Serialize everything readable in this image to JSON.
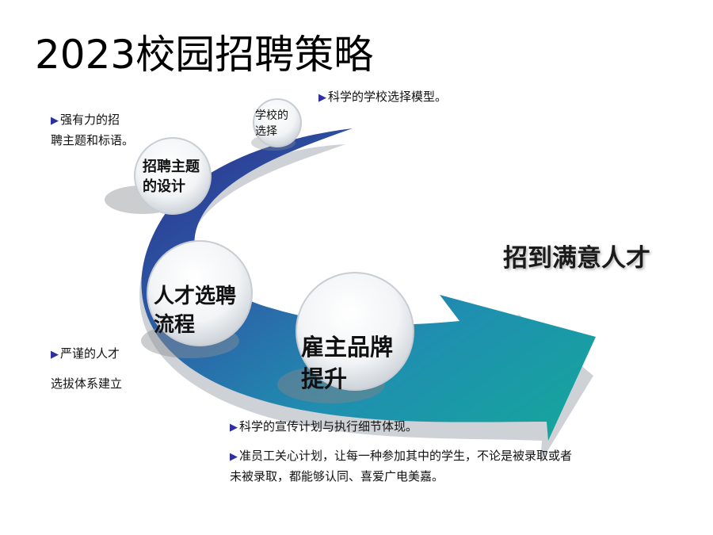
{
  "slide": {
    "title": "2023校园招聘策略",
    "goal": "招到满意人才",
    "circles": [
      {
        "line1": "学校的",
        "line2": "选择"
      },
      {
        "line1": "招聘主题",
        "line2": "的设计"
      },
      {
        "line1": "人才选聘",
        "line2": "流程"
      },
      {
        "line1": "雇主品牌",
        "line2": "提升"
      }
    ],
    "notes": {
      "school_model": "科学的学校选择模型。",
      "theme_line1": "强有力的招",
      "theme_line2": "聘主题和标语。",
      "selection_line1": "严谨的人才",
      "selection_line2": "选拔体系建立",
      "brand_plan": "科学的宣传计划与执行细节体现。",
      "care_line1": "准员工关心计划，让每一种参加其中的学生，不论是被录取或者",
      "care_line2": "未被录取，都能够认同、喜爱广电美嘉。"
    },
    "bullet_glyph": "▶",
    "colors": {
      "arrow_dark": "#2b2f8f",
      "arrow_mid": "#2f78b0",
      "arrow_light": "#17a39a",
      "bullet": "#2e2f9e"
    }
  }
}
